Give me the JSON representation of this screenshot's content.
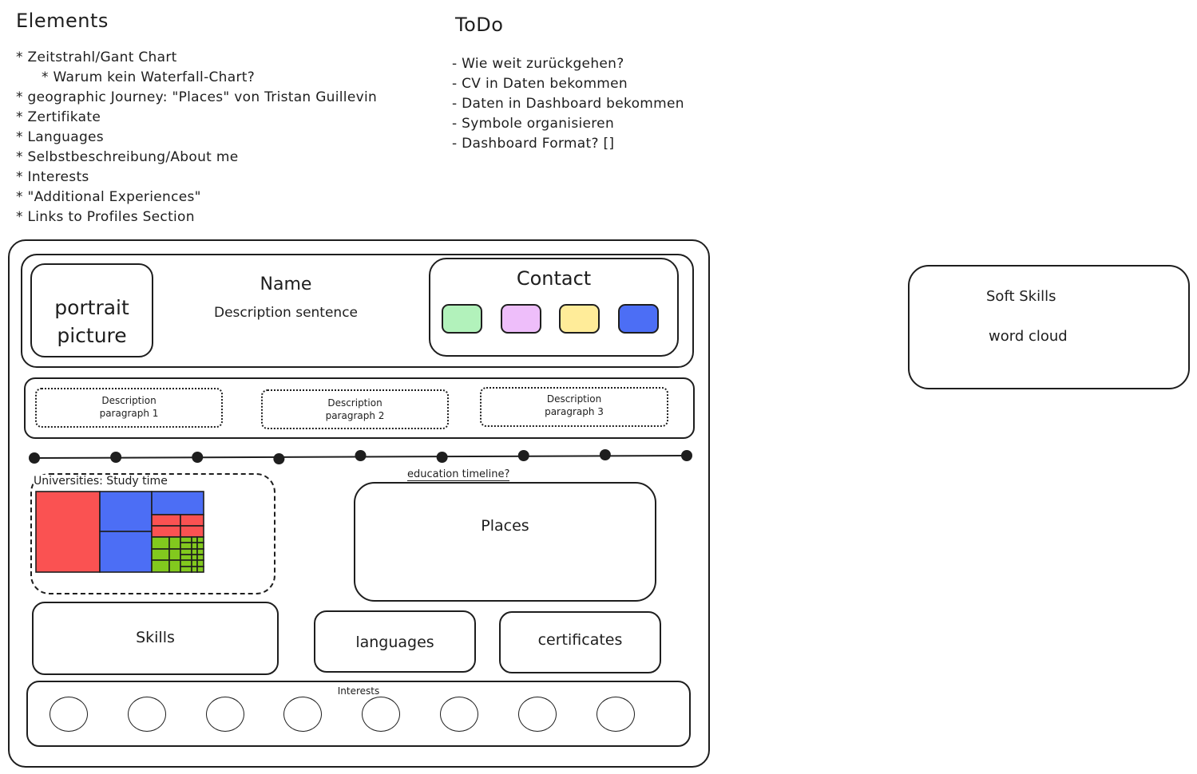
{
  "elements_note": {
    "title": "Elements",
    "items": [
      "* Zeitstrahl/Gant Chart",
      "* Warum kein Waterfall-Chart?",
      "* geographic Journey: \"Places\" von Tristan Guillevin",
      "* Zertifikate",
      "* Languages",
      "* Selbstbeschreibung/About me",
      "* Interests",
      "* \"Additional Experiences\"",
      "* Links to Profiles Section"
    ]
  },
  "todo_note": {
    "title": "ToDo",
    "items": [
      "- Wie weit zurückgehen?",
      "- CV in Daten bekommen",
      "- Daten in Dashboard bekommen",
      "- Symbole organisieren",
      "- Dashboard Format? []"
    ]
  },
  "header": {
    "portrait_line1": "portrait",
    "portrait_line2": "picture",
    "name": "Name",
    "description": "Description sentence",
    "contact": {
      "title": "Contact",
      "buttons": [
        {
          "name": "contact-1",
          "color": "#b2f2bb"
        },
        {
          "name": "contact-2",
          "color": "#eebefa"
        },
        {
          "name": "contact-3",
          "color": "#ffec99"
        },
        {
          "name": "contact-4",
          "color": "#4c6ef5"
        }
      ]
    }
  },
  "descriptions": [
    {
      "line1": "Description",
      "line2": "paragraph 1"
    },
    {
      "line1": "Description",
      "line2": "paragraph 2"
    },
    {
      "line1": "Description",
      "line2": "paragraph 3"
    }
  ],
  "timeline": {
    "label": "education timeline?",
    "point_count": 9
  },
  "universities": {
    "title": "Universities: Study time",
    "colors": {
      "red": "#fa5252",
      "blue": "#4c6ef5",
      "green": "#82c91e"
    }
  },
  "places": {
    "label": "Places"
  },
  "skills": {
    "label": "Skills"
  },
  "languages": {
    "label": "languages"
  },
  "certificates": {
    "label": "certificates"
  },
  "interests": {
    "label": "Interests",
    "count": 8
  },
  "soft_skills": {
    "line1": "Soft Skills",
    "line2": "word cloud"
  }
}
